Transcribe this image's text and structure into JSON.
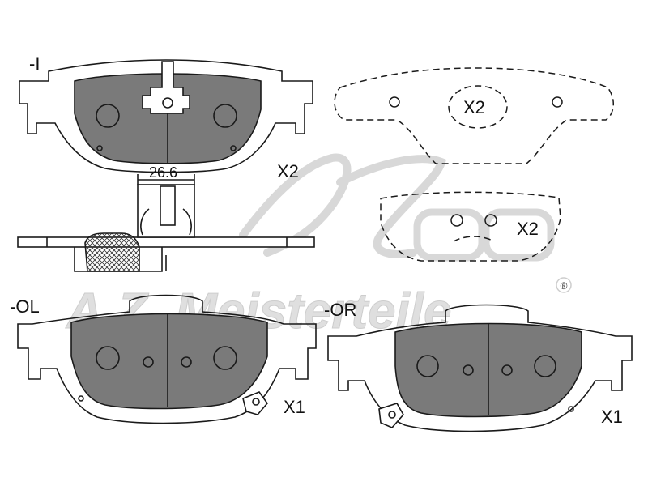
{
  "watermark": {
    "brand_text": "A.Z. Meisterteile",
    "registered_mark": "®"
  },
  "drawing": {
    "labels": {
      "top_part_id": "-I",
      "top_qty": "X2",
      "dashed_top_qty": "X2",
      "dashed_lower_qty": "X2",
      "dimension": "26.6",
      "left_part_id": "-OL",
      "left_qty": "X1",
      "right_part_id": "-OR",
      "right_qty": "X1"
    },
    "colors": {
      "pad_fill": "#7a7a7a",
      "line": "#1a1a1a",
      "hatch": "#333333",
      "watermark": "#dcdcdc"
    }
  }
}
